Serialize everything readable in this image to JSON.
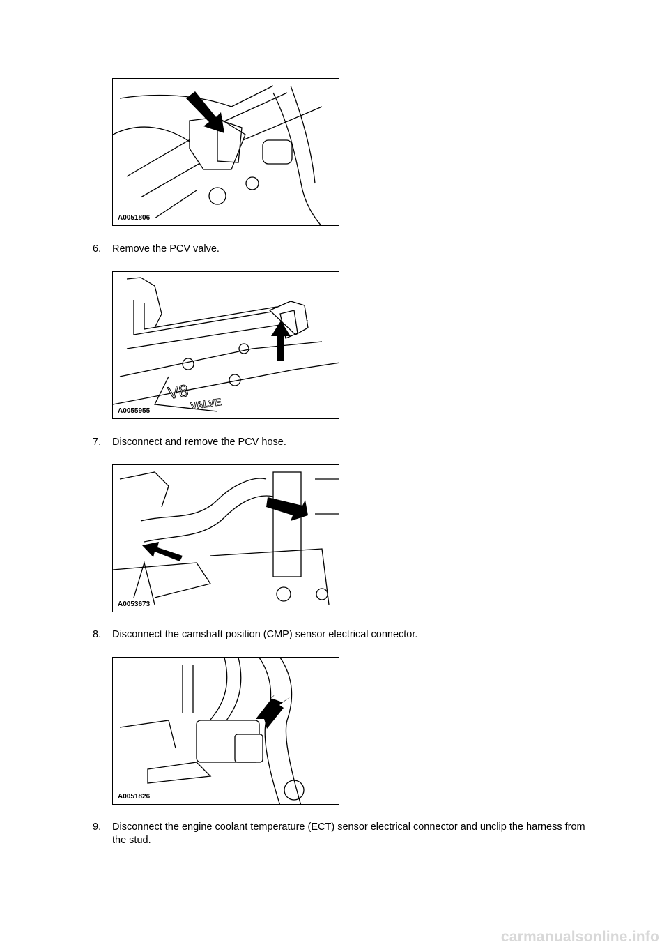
{
  "figures": [
    {
      "id": "A0051806"
    },
    {
      "id": "A0055955",
      "engraving_line1": "V8",
      "engraving_line2": "VALVE"
    },
    {
      "id": "A0053673"
    },
    {
      "id": "A0051826"
    }
  ],
  "steps": [
    {
      "number": "6.",
      "text": "Remove the PCV valve."
    },
    {
      "number": "7.",
      "text": "Disconnect and remove the PCV hose."
    },
    {
      "number": "8.",
      "text": "Disconnect the camshaft position (CMP) sensor electrical connector."
    },
    {
      "number": "9.",
      "text": "Disconnect the engine coolant temperature (ECT) sensor electrical connector and unclip the harness from the stud."
    }
  ],
  "footer": {
    "watermark": "carmanualsonline.info"
  }
}
